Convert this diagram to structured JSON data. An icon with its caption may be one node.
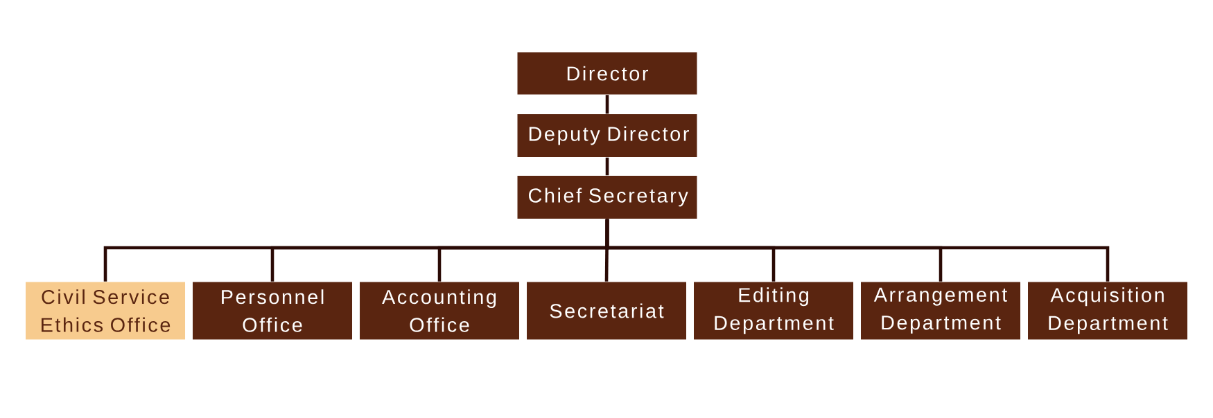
{
  "diagram": {
    "nodes": [
      {
        "text": [
          "Director"
        ]
      },
      {
        "text": [
          "Deputy Director"
        ]
      },
      {
        "text": [
          "Chief Secretary"
        ]
      },
      {
        "text": [
          "Civil Service Ethics Office"
        ]
      },
      {
        "text": [
          "Personnel Office"
        ]
      },
      {
        "text": [
          "Accounting Office"
        ]
      },
      {
        "text": [
          "Secretariat"
        ]
      },
      {
        "text": [
          "Editing Department"
        ]
      },
      {
        "text": [
          "Arrangement Department"
        ]
      },
      {
        "text": [
          "Acquisition Department"
        ]
      }
    ],
    "edges": [
      {
        "from": 0,
        "to": 1,
        "arrow": "none"
      },
      {
        "from": 1,
        "to": 2,
        "arrow": "none"
      },
      {
        "from": 2,
        "to": 3,
        "arrow": "none"
      },
      {
        "from": 2,
        "to": 4,
        "arrow": "none"
      },
      {
        "from": 2,
        "to": 5,
        "arrow": "none"
      },
      {
        "from": 2,
        "to": 6,
        "arrow": "none"
      },
      {
        "from": 2,
        "to": 7,
        "arrow": "none"
      },
      {
        "from": 2,
        "to": 8,
        "arrow": "none"
      },
      {
        "from": 2,
        "to": 9,
        "arrow": "none"
      }
    ]
  }
}
